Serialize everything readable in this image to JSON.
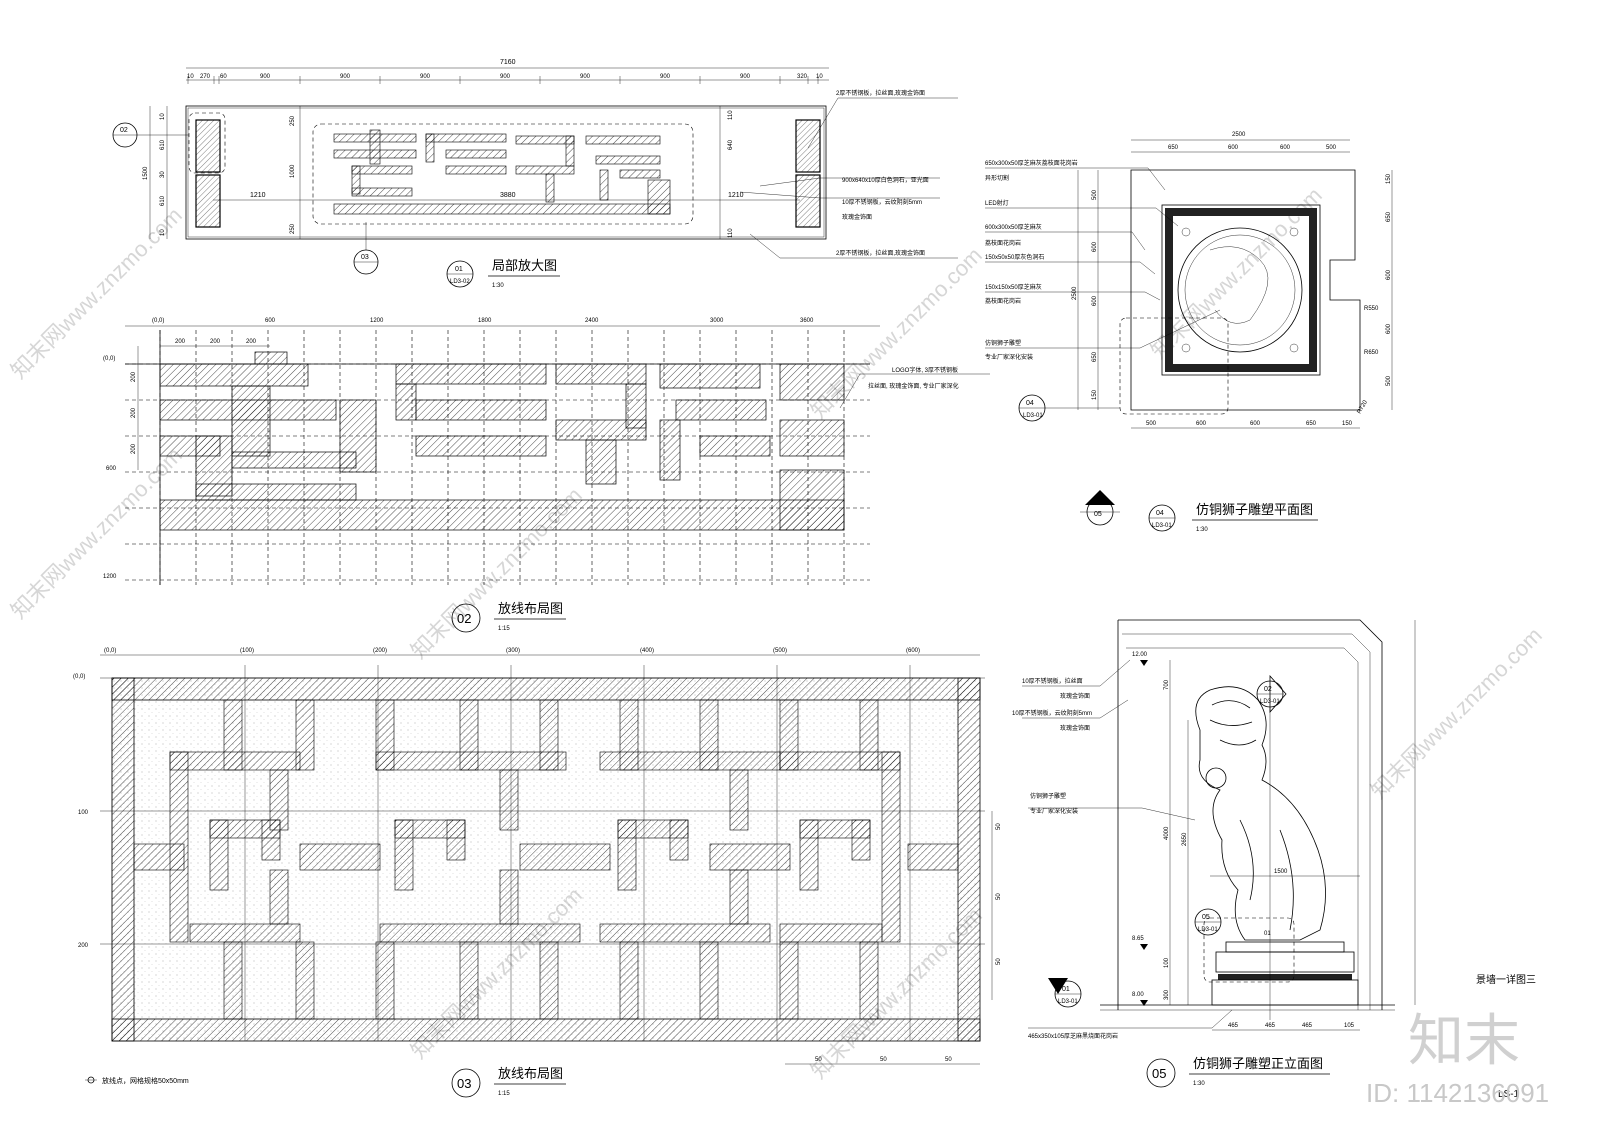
{
  "d01": {
    "total": "7160",
    "segments": [
      "10",
      "270",
      "60",
      "900",
      "900",
      "900",
      "900",
      "900",
      "900",
      "900",
      "320",
      "10"
    ],
    "left_dims": [
      "1500",
      "10",
      "610",
      "30",
      "610",
      "10"
    ],
    "inner_dims": [
      "250",
      "1000",
      "250"
    ],
    "right_dims": [
      "110",
      "640",
      "110"
    ],
    "mid_dims": [
      "1210",
      "3880",
      "1210"
    ],
    "notes": [
      "2厚不锈钢板，拉丝面,玫瑰金饰面",
      "900x640x10厚白色洞石，亚光面",
      "10厚不锈钢板，云纹阴刻5mm",
      "玫瑰金饰面",
      "2厚不锈钢板，拉丝面,玫瑰金饰面"
    ],
    "callout_02": "02",
    "callout_03": "03",
    "title_num": "01",
    "title_ref": "LD3-02",
    "title": "局部放大图",
    "scale": "1:30"
  },
  "d02": {
    "origin": "(0,0)",
    "top_ticks": [
      "600",
      "1200",
      "1800",
      "2400",
      "3000",
      "3600"
    ],
    "sub_ticks": [
      "200",
      "200",
      "200"
    ],
    "left_ticks": [
      "(0,0)",
      "200",
      "200",
      "200",
      "600",
      "1200"
    ],
    "notes": [
      "LOGO字体, 3厚不锈钢板",
      "拉丝面, 玫瑰金饰面, 专业厂家深化"
    ],
    "title_num": "02",
    "title": "放线布局图",
    "scale": "1:15"
  },
  "d03": {
    "top_ticks": [
      "(0,0)",
      "(100)",
      "(200)",
      "(300)",
      "(400)",
      "(500)",
      "(600)"
    ],
    "left_ticks": [
      "(0,0)",
      "100",
      "200"
    ],
    "right_dims": [
      "50",
      "50",
      "50"
    ],
    "bottom_dims": [
      "50",
      "50",
      "50"
    ],
    "legend": "放线点，网格规格50x50mm",
    "title_num": "03",
    "title": "放线布局图",
    "scale": "1:15"
  },
  "d04": {
    "top_total": "2500",
    "top_dims": [
      "650",
      "600",
      "600",
      "500"
    ],
    "bottom_dims": [
      "500",
      "600",
      "600",
      "650",
      "150"
    ],
    "left_total": "2500",
    "left_dims": [
      "500",
      "600",
      "600",
      "650",
      "150"
    ],
    "right_dims": [
      "150",
      "650",
      "600",
      "600",
      "500"
    ],
    "radii": [
      "R550",
      "R650",
      "R720"
    ],
    "notes": [
      "650x300x50厚芝麻灰荔枝面花岗岩",
      "异形切割",
      "LED射灯",
      "600x300x50厚芝麻灰",
      "荔枝面花岗岩",
      "150x50x50厚灰色洞石",
      "150x150x50厚芝麻灰",
      "荔枝面花岗岩",
      "仿铜狮子雕塑",
      "专业厂家深化安装"
    ],
    "callout": "04",
    "callout_ref": "LD3-01",
    "mark": "05",
    "title_num": "04",
    "title_ref": "LD3-01",
    "title": "仿铜狮子雕塑平面图",
    "scale": "1:30"
  },
  "d05": {
    "levels": [
      "12.00",
      "8.65",
      "8.00"
    ],
    "dims_v": [
      "700",
      "4000",
      "2650",
      "100",
      "300"
    ],
    "dims_h": [
      "1500",
      "465",
      "465",
      "465",
      "105"
    ],
    "small": [
      "01"
    ],
    "notes": [
      "10厚不锈钢板，拉丝面",
      "玫瑰金饰面",
      "10厚不锈钢板，云纹阴刻5mm",
      "玫瑰金饰面",
      "仿铜狮子雕塑",
      "专业厂家深化安装",
      "465x350x105厚芝麻黑烧面花岗岩"
    ],
    "callout_02": "02",
    "callout_02_ref": "LD3-01",
    "callout_05": "05",
    "callout_05_ref": "LD3-01",
    "callout_01": "01",
    "callout_01_ref": "LD3-01",
    "title_num": "05",
    "title": "仿铜狮子雕塑正立面图",
    "scale": "1:30"
  },
  "sheet": "景墙一详图三",
  "sheet_no": "LS-1",
  "logo": "知末",
  "id": "ID: 1142136091",
  "watermark": "知末网www.znzmo.com"
}
